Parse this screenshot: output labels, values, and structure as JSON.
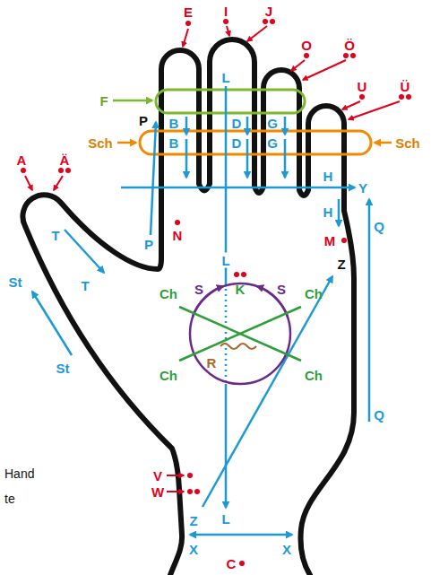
{
  "diagram": {
    "labels": [
      "E",
      "I",
      "J",
      "O",
      "Ö",
      "U",
      "Ü",
      "F",
      "L",
      "P",
      "B",
      "D",
      "G",
      "Sch",
      "B",
      "D",
      "G",
      "Sch",
      "A",
      "Ä",
      "H",
      "Y",
      "H",
      "Q",
      "N",
      "M",
      "T",
      "P",
      "L",
      "Z",
      "T",
      "St",
      "S",
      "K",
      "S",
      "Ch",
      "Ch",
      "R",
      "St",
      "Ch",
      "Ch",
      "Q",
      "Hand",
      "V",
      "W",
      "te",
      "Z",
      "L",
      "X",
      "X",
      "C"
    ]
  }
}
